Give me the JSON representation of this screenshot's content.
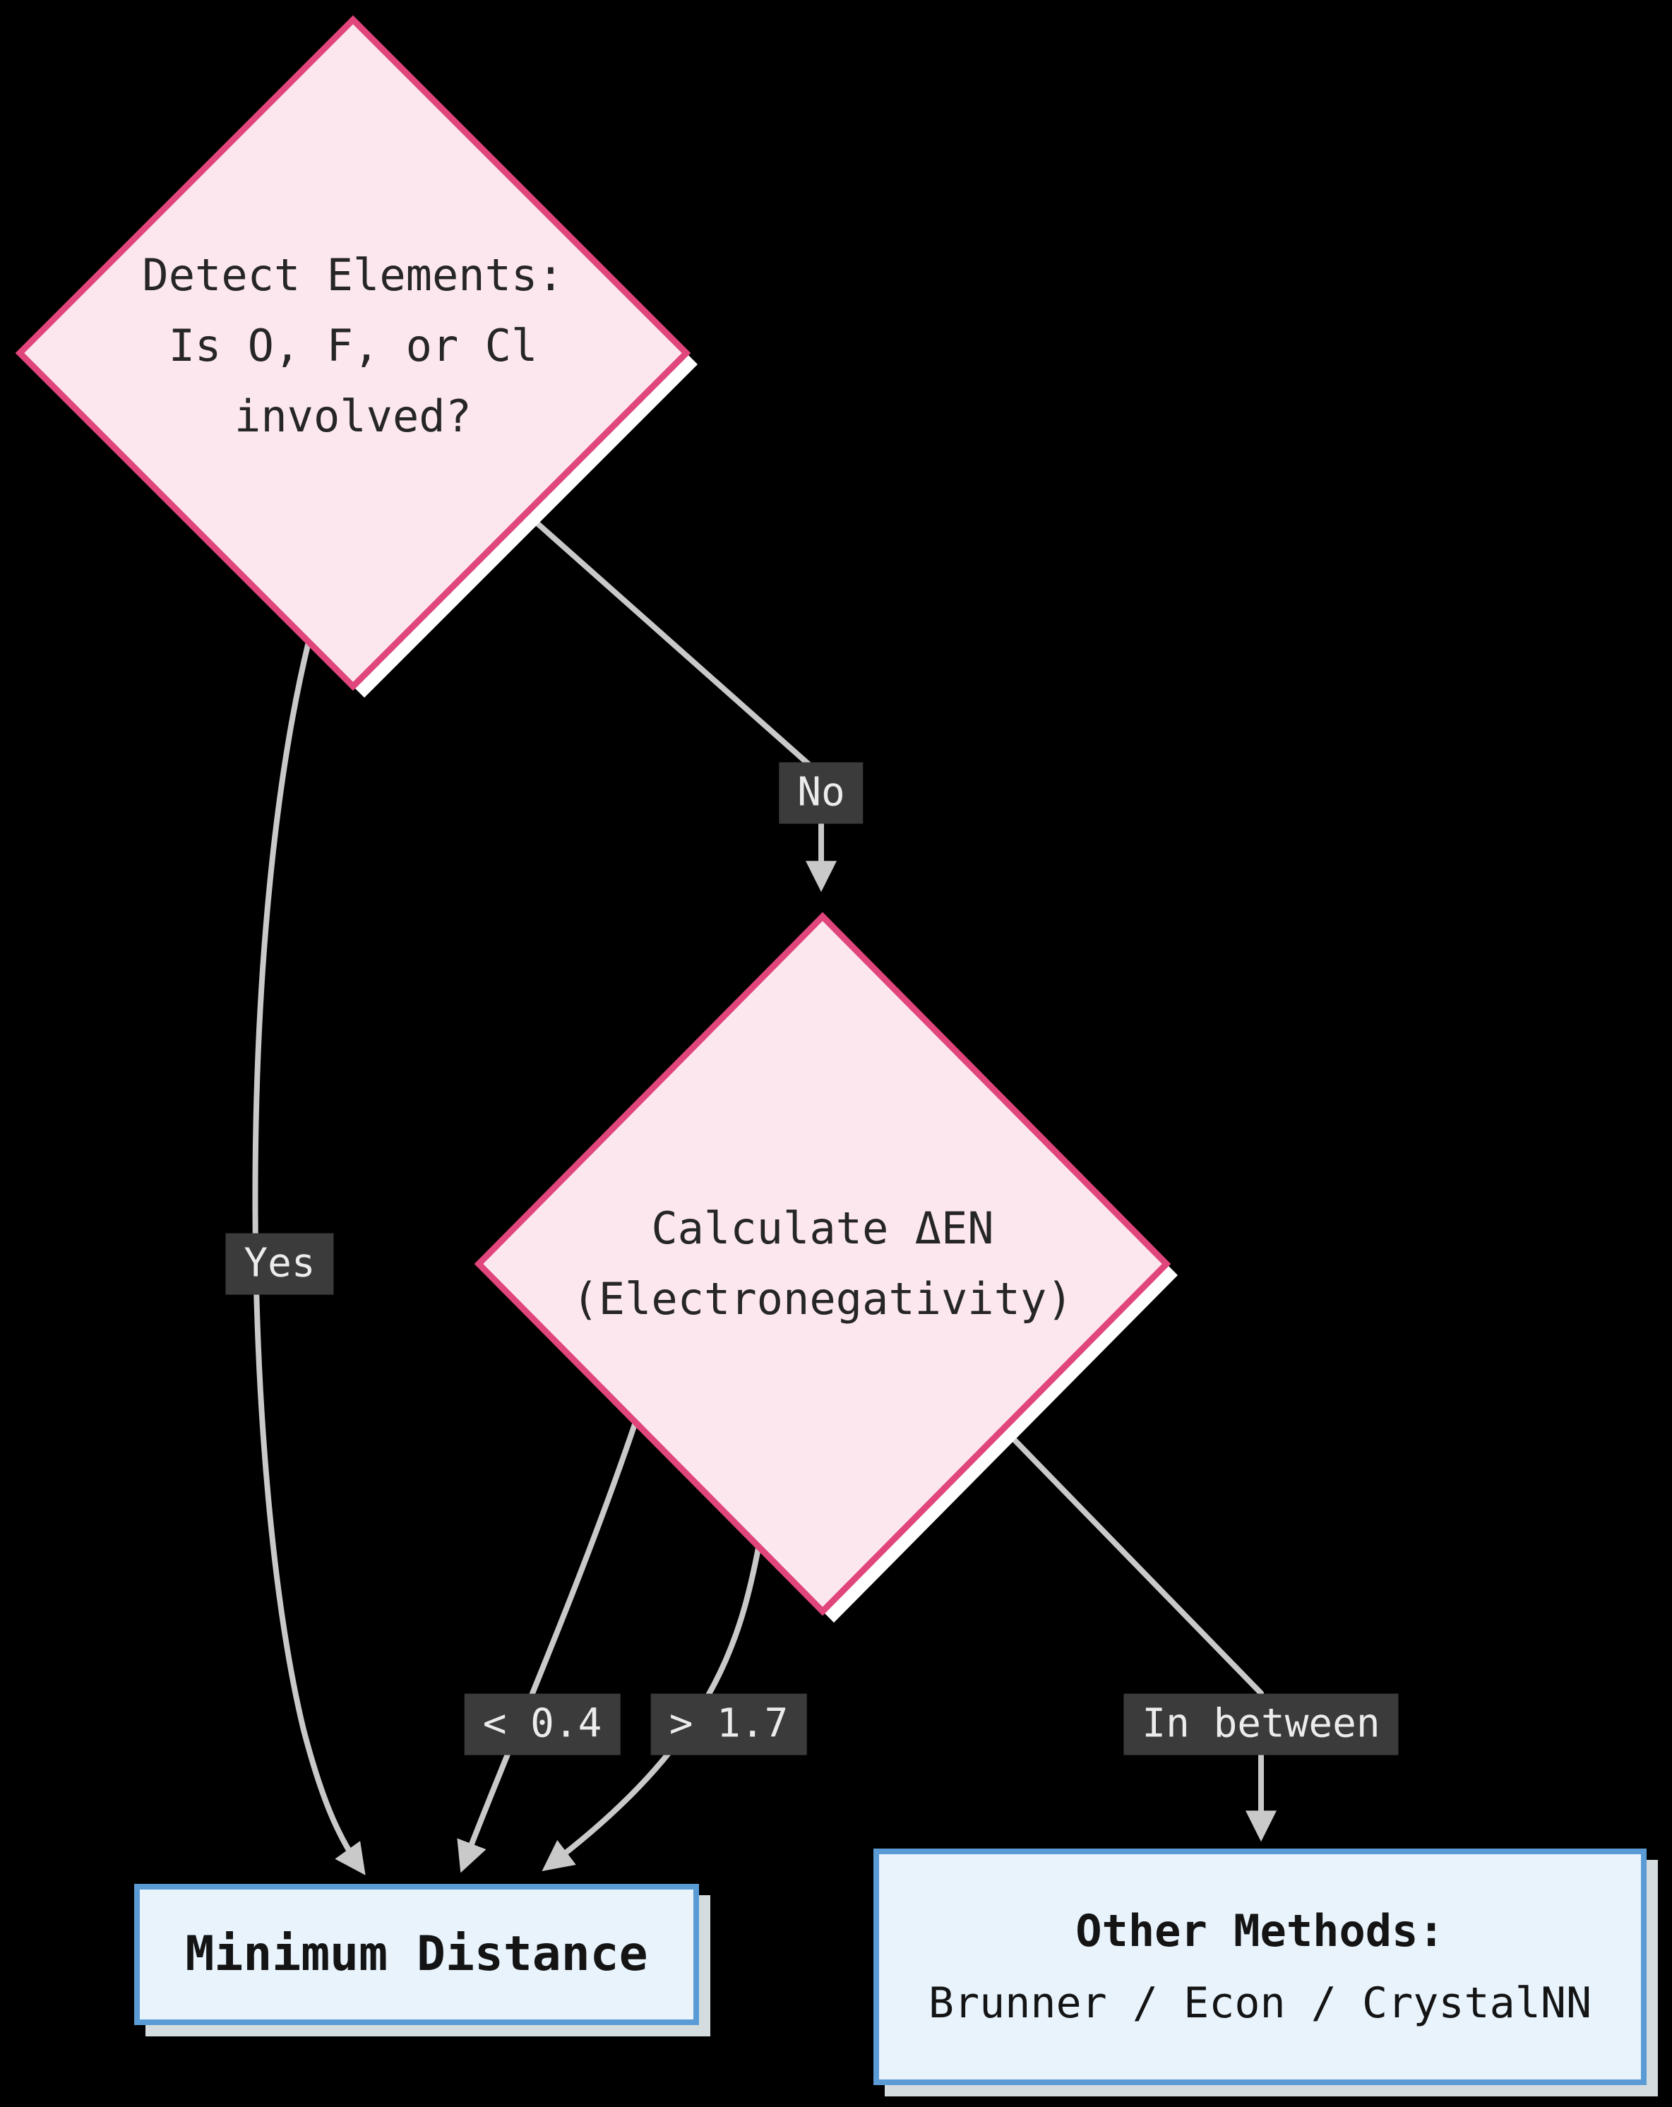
{
  "colors": {
    "background": "#000000",
    "decision_border": "#e0457b",
    "decision_fill": "#fce7ef",
    "decision_shadow": "#ffffff",
    "result_border": "#5b9bd5",
    "result_fill": "#e8f3fc",
    "edge": "#c9c9c9",
    "edge_label_bg": "#3b3b3b",
    "edge_label_text": "#ececec",
    "node_text": "#262626"
  },
  "nodes": {
    "detect_elements": {
      "lines": [
        "Detect Elements:",
        "Is O, F, or Cl",
        "involved?"
      ]
    },
    "calculate_en": {
      "lines": [
        "Calculate ΔEN",
        "(Electronegativity)"
      ]
    },
    "minimum_distance": {
      "title": "Minimum Distance"
    },
    "other_methods": {
      "title": "Other Methods:",
      "subtitle": "Brunner / Econ / CrystalNN"
    }
  },
  "edges": {
    "yes": "Yes",
    "no": "No",
    "lt_04": "< 0.4",
    "gt_17": "> 1.7",
    "in_between": "In between"
  }
}
